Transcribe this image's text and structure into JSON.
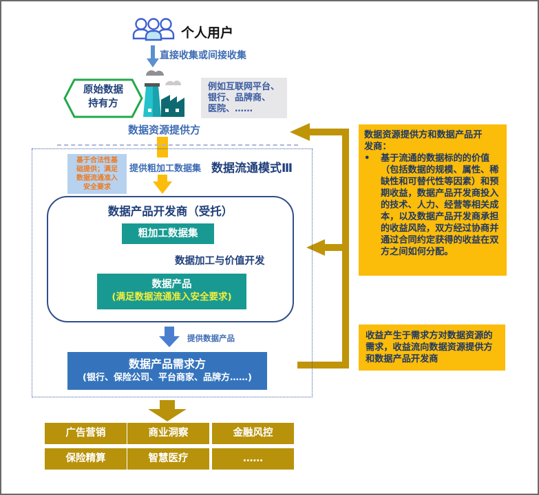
{
  "top": {
    "user_label": "个人用户",
    "collect_label": "直接收集或间接收集",
    "holder_label_line1": "原始数据",
    "holder_label_line2": "持有方",
    "examples_line1": "例如互联网平台、",
    "examples_line2": "银行、品牌商、",
    "examples_line3": "医院、……",
    "provider_label": "数据资源提供方"
  },
  "mode": {
    "legal_note_line1": "基于合法性基",
    "legal_note_line2": "础提供；满足",
    "legal_note_line3": "数据流通准入",
    "legal_note_line4": "安全要求",
    "rough_provide_label": "提供粗加工数据集",
    "title": "数据流通模式Ⅲ",
    "developer_title": "数据产品开发商（受托）",
    "rough_dataset": "粗加工数据集",
    "process_label": "数据加工与价值开发",
    "product_line1": "数据产品",
    "product_line2": "(满足数据流通准入安全要求)",
    "provide_product_label": "提供数据产品",
    "demand_line1": "数据产品需求方",
    "demand_line2": "(银行、保险公司、平台商家、品牌方……)"
  },
  "applications": [
    "广告营销",
    "商业洞察",
    "金融风控",
    "保险精算",
    "智慧医疗",
    "……"
  ],
  "notes": {
    "note1_heading_line1": "数据资源提供方和数据产品开",
    "note1_heading_line2": "发商：",
    "note1_bullet": "•",
    "note1_body": "基于流通的数据标的的价值（包括数据的规模、属性、稀缺性和可替代性等因素）和预期收益，数据产品开发商投入的技术、人力、经营等相关成本，以及数据产品开发商承担的收益风险，双方经过协商并通过合同约定获得的收益在双方之间如何分配。",
    "note2": "收益产生于需求方对数据资源的需求，收益流向数据资源提供方和数据产品开发商"
  },
  "colors": {
    "dark_blue": "#1f3f7a",
    "mid_blue": "#3e6cb4",
    "teal": "#189a92",
    "demand_blue": "#3574bd",
    "gold_arrow": "#c09408",
    "yellow_arrow": "#fbbc0a",
    "note_yellow": "#fbbc0a",
    "app_gold": "#b8920a",
    "hex_green": "#22a84a",
    "legal_note_bg": "#b7d2ef",
    "legal_note_text": "#ec7b22"
  }
}
